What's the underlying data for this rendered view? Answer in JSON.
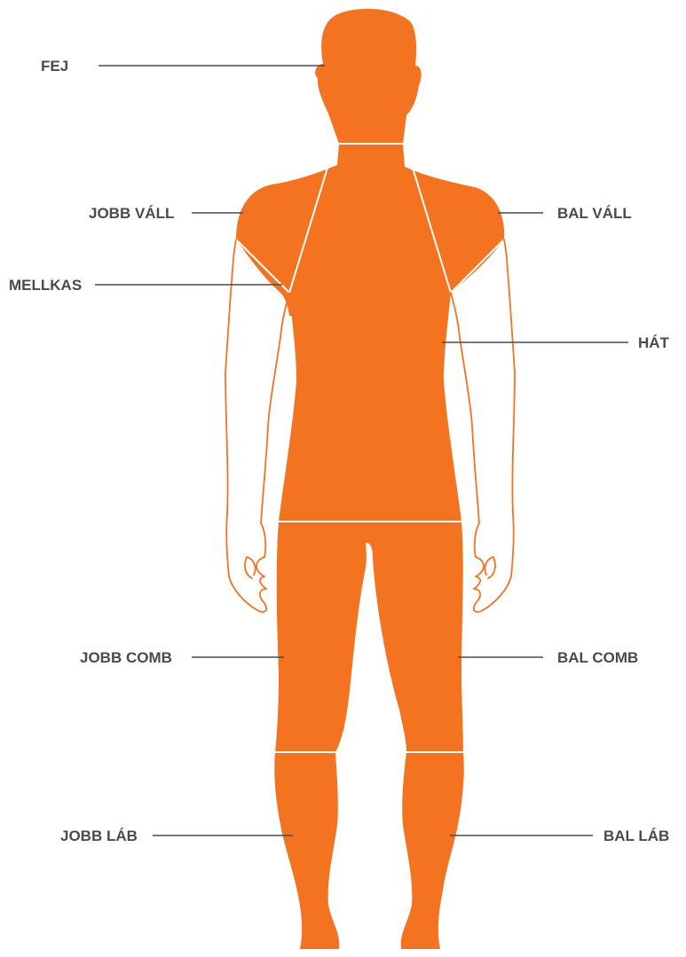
{
  "colors": {
    "body_fill": "#F47321",
    "label_text": "#4a4a4a",
    "seam": "#ffffff"
  },
  "labels": {
    "head": "FEJ",
    "right_shoulder": "JOBB VÁLL",
    "left_shoulder": "BAL VÁLL",
    "chest": "MELLKAS",
    "back": "HÁT",
    "right_thigh": "JOBB COMB",
    "left_thigh": "BAL COMB",
    "right_leg": "JOBB LÁB",
    "left_leg": "BAL LÁB"
  }
}
